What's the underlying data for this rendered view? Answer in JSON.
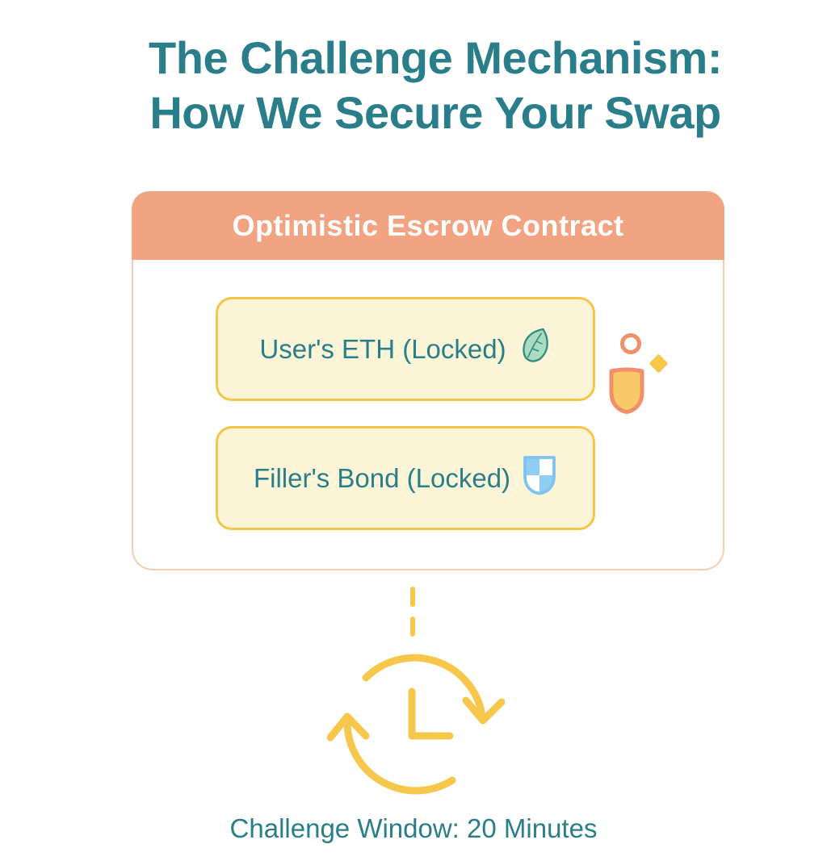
{
  "title": {
    "line1": "The Challenge Mechanism:",
    "line2": "How We Secure Your Swap"
  },
  "escrow_card": {
    "header": "Optimistic Escrow Contract",
    "items": [
      {
        "label": "User's ETH (Locked)",
        "icon": "leaf-icon"
      },
      {
        "label": "Filler's Bond (Locked)",
        "icon": "checkered-shield-icon"
      }
    ],
    "decorations": [
      "ring-sparkle-icon",
      "diamond-sparkle-icon",
      "shield-badge-icon"
    ]
  },
  "connector": {
    "style": "dashed",
    "icon": "clock-cycle-icon"
  },
  "caption": "Challenge Window: 20 Minutes",
  "colors": {
    "title_text": "#2A7E8A",
    "header_bg": "#F2A482",
    "header_text": "#FFFFFF",
    "card_border": "#F7CBB0",
    "box_bg": "#FBF4D6",
    "box_border": "#F3C64B",
    "box_text": "#2A7E8A",
    "gold_accent": "#F7C74B",
    "leaf_fill": "#A9DCC1",
    "leaf_stroke": "#2E8C7E",
    "shield_blue": "#7CC4EF",
    "shield_blue_fill": "#8FCDF2",
    "decor_orange": "#F0906A",
    "decor_gold_fill": "#F8C968",
    "caption_text": "#2A7E8A"
  }
}
